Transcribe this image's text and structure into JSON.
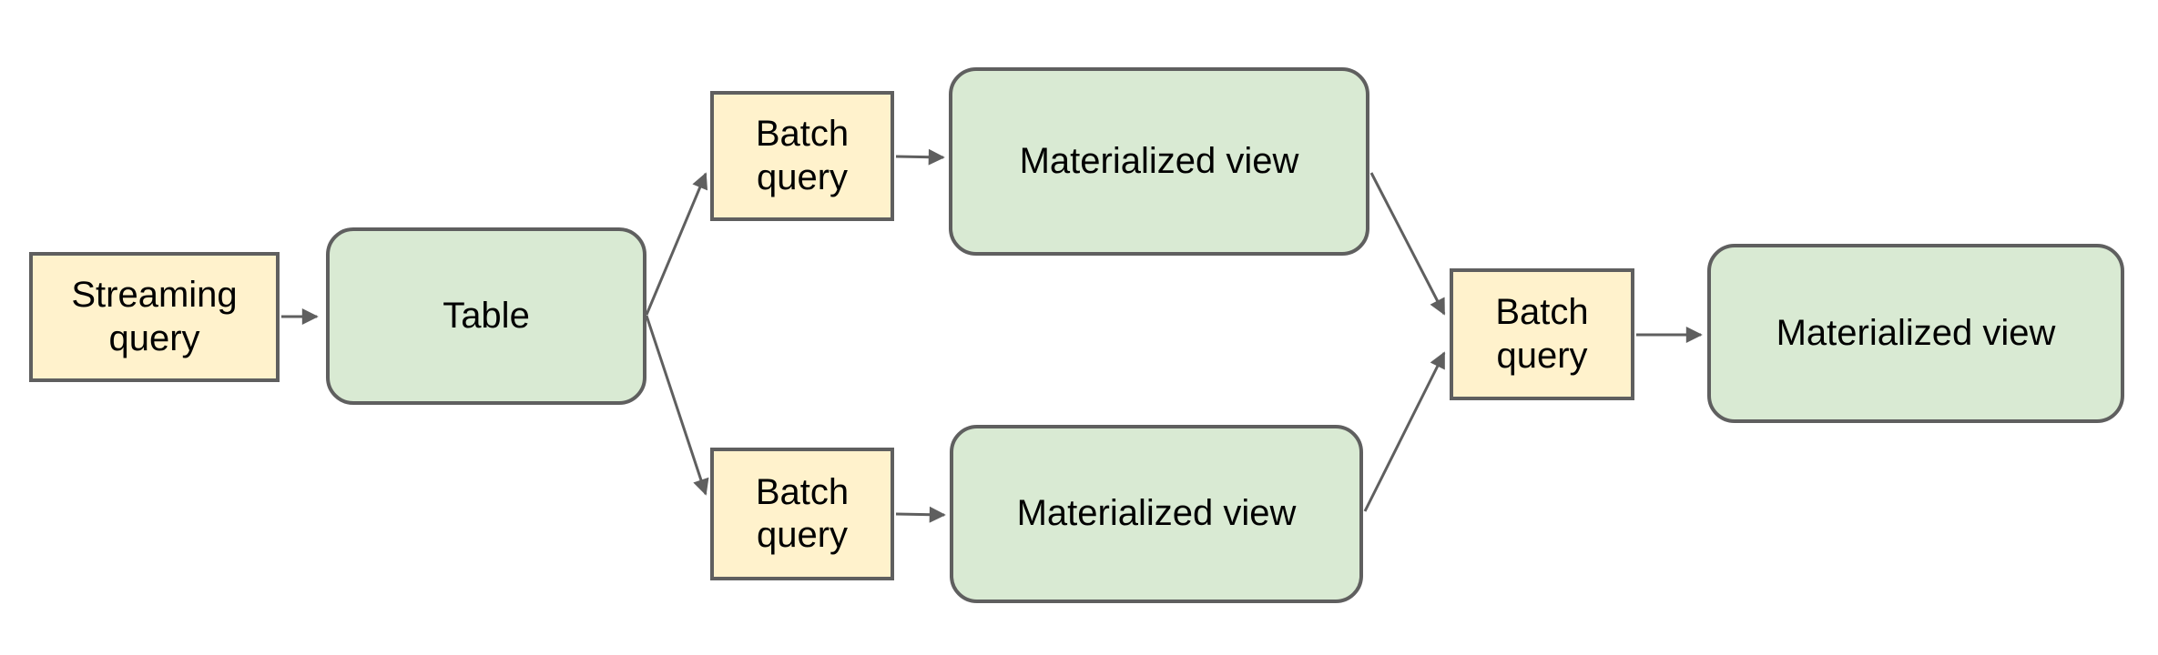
{
  "diagram": {
    "type": "flowchart",
    "background": "#ffffff",
    "colors": {
      "query_box_fill": "#fff2cc",
      "view_box_fill": "#d9ead3",
      "box_border": "#5f5f5f",
      "arrow": "#5f5f5f",
      "text": "#000000"
    },
    "nodes": {
      "streaming_query": {
        "label": "Streaming query",
        "shape": "rectangle",
        "fill": "#fff2cc"
      },
      "table": {
        "label": "Table",
        "shape": "rounded-rectangle",
        "fill": "#d9ead3"
      },
      "batch_query_top": {
        "label": "Batch query",
        "shape": "rectangle",
        "fill": "#fff2cc"
      },
      "materialized_view_top": {
        "label": "Materialized view",
        "shape": "rounded-rectangle",
        "fill": "#d9ead3"
      },
      "batch_query_bottom": {
        "label": "Batch query",
        "shape": "rectangle",
        "fill": "#fff2cc"
      },
      "materialized_view_bottom": {
        "label": "Materialized view",
        "shape": "rounded-rectangle",
        "fill": "#d9ead3"
      },
      "batch_query_right": {
        "label": "Batch query",
        "shape": "rectangle",
        "fill": "#fff2cc"
      },
      "materialized_view_right": {
        "label": "Materialized view",
        "shape": "rounded-rectangle",
        "fill": "#d9ead3"
      }
    },
    "edges": [
      {
        "from": "streaming_query",
        "to": "table"
      },
      {
        "from": "table",
        "to": "batch_query_top"
      },
      {
        "from": "table",
        "to": "batch_query_bottom"
      },
      {
        "from": "batch_query_top",
        "to": "materialized_view_top"
      },
      {
        "from": "batch_query_bottom",
        "to": "materialized_view_bottom"
      },
      {
        "from": "materialized_view_top",
        "to": "batch_query_right"
      },
      {
        "from": "materialized_view_bottom",
        "to": "batch_query_right"
      },
      {
        "from": "batch_query_right",
        "to": "materialized_view_right"
      }
    ]
  }
}
